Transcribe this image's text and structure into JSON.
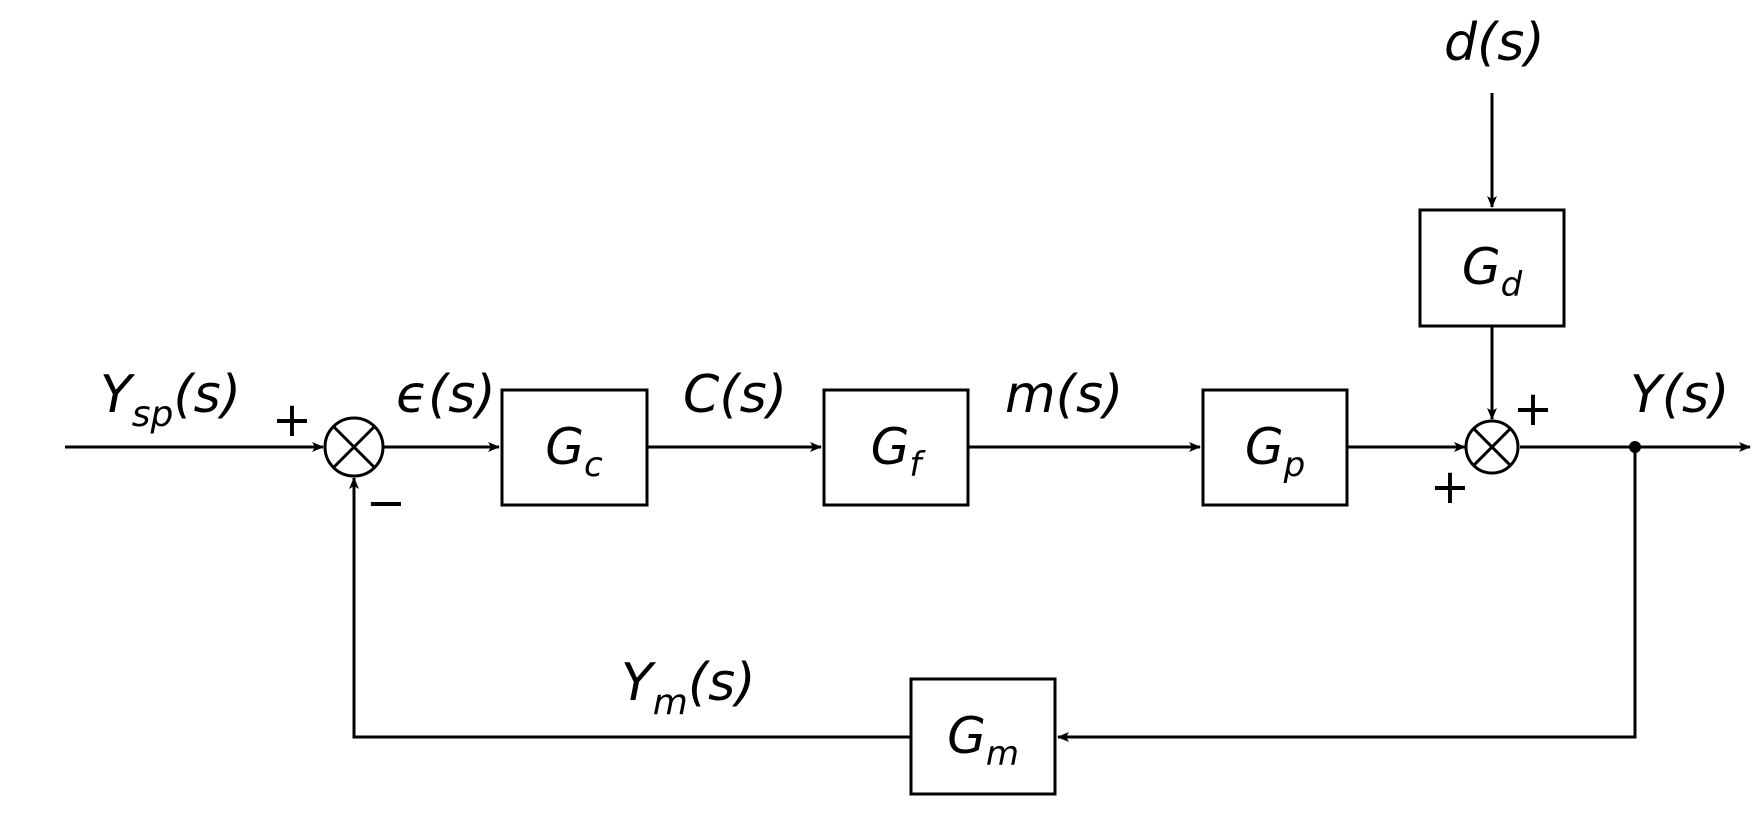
{
  "signals": {
    "setpoint": {
      "main": "Y",
      "sub": "sp",
      "arg": "(s)"
    },
    "error": {
      "main": "ϵ",
      "arg": "(s)"
    },
    "controller_out": {
      "main": "C",
      "arg": "(s)"
    },
    "manipulated": {
      "main": "m",
      "arg": "(s)"
    },
    "output": {
      "main": "Y",
      "arg": "(s)"
    },
    "disturbance": {
      "main": "d",
      "arg": "(s)"
    },
    "measured": {
      "main": "Y",
      "sub": "m",
      "arg": "(s)"
    }
  },
  "blocks": {
    "controller": {
      "main": "G",
      "sub": "c"
    },
    "final_element": {
      "main": "G",
      "sub": "f"
    },
    "process": {
      "main": "G",
      "sub": "p"
    },
    "disturbance": {
      "main": "G",
      "sub": "d"
    },
    "measurement": {
      "main": "G",
      "sub": "m"
    }
  },
  "signs": {
    "summer1_reference": "+",
    "summer1_feedback": "−",
    "summer2_disturbance": "+",
    "summer2_process": "+"
  }
}
